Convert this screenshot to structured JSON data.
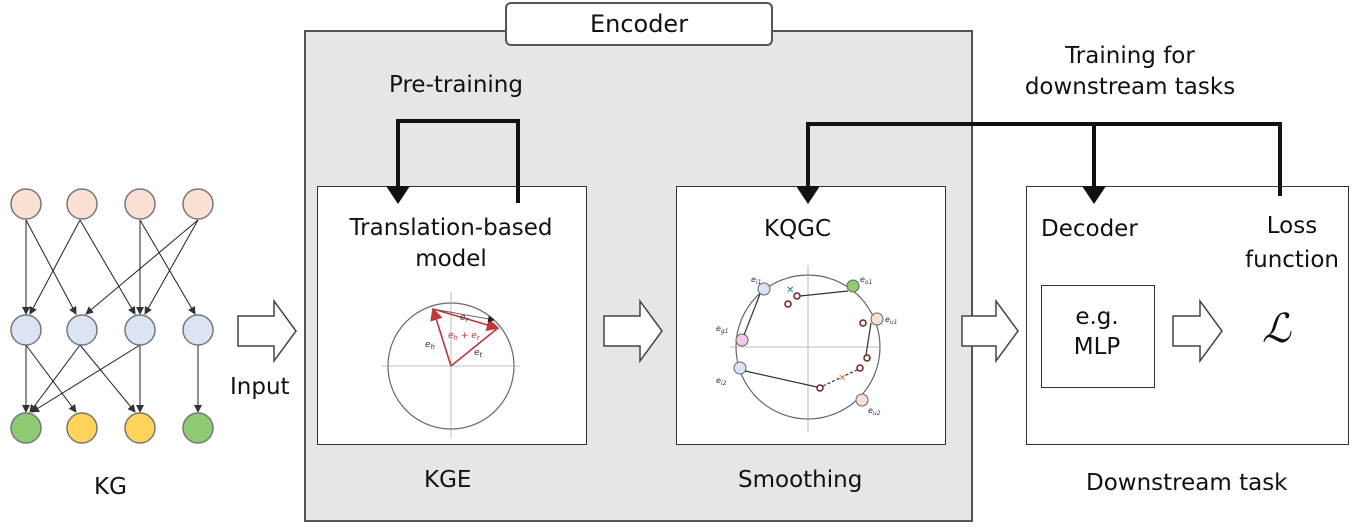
{
  "kg": {
    "label": "KG"
  },
  "input_label": "Input",
  "encoder": {
    "title": "Encoder",
    "pretraining_label": "Pre-training",
    "kge": {
      "title_line1": "Translation-based",
      "title_line2": "model",
      "caption": "KGE",
      "figure_labels": {
        "er": "e",
        "er_sub": "r",
        "sum": "e",
        "eh": "e",
        "eh_sub": "h",
        "et": "e",
        "et_sub": "t"
      }
    },
    "smoothing": {
      "title": "KQGC",
      "caption": "Smoothing",
      "figure_labels": [
        "e_i1",
        "e_o1",
        "e_g1",
        "e_u1",
        "e_i2",
        "e_u2"
      ]
    }
  },
  "training_label_line1": "Training for",
  "training_label_line2": "downstream tasks",
  "downstream": {
    "decoder_label": "Decoder",
    "loss_line1": "Loss",
    "loss_line2": "function",
    "mlp_line1": "e.g.",
    "mlp_line2": "MLP",
    "loss_symbol": "ℒ",
    "caption": "Downstream task"
  },
  "colors": {
    "encoder_bg": "#e6e6e6",
    "node_peach": "#f9e0d2",
    "node_blue": "#dbe4f3",
    "node_green": "#8fca72",
    "node_yellow": "#fdd35a",
    "arrow_red": "#c0353a"
  }
}
